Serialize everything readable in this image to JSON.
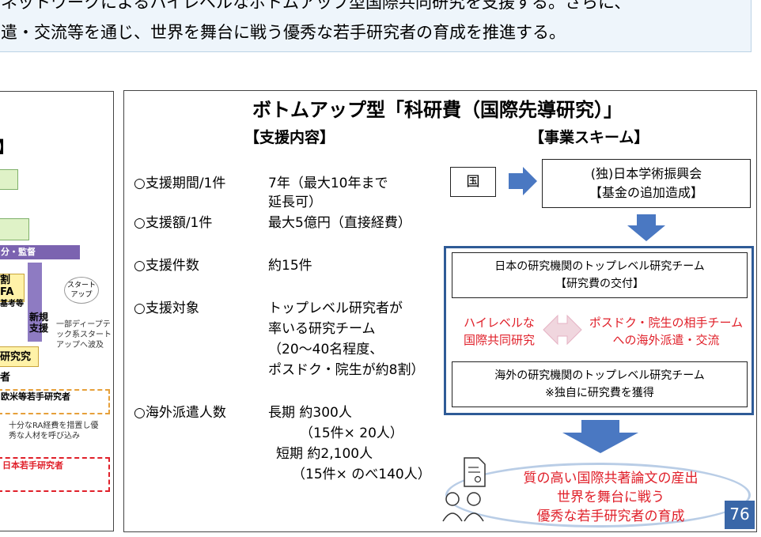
{
  "intro": {
    "line1": "ネットワークによるハイレベルなボトムアップ型国際共同研究を支援する。さらに、",
    "line2": "遣・交流等を通じ、世界を舞台に戦う優秀な若手研究者の育成を推進する。"
  },
  "left_panel": {
    "bracket": "】",
    "bar_label": "分・監督",
    "fa_label": "割FA",
    "fa_sub": "基考等",
    "new_support": "新規支援",
    "note_text": "一部ディープテック系スタートアップへ波及",
    "bubble_text": "スタートアップ",
    "researcher": "研究究者",
    "western": "欧米等若手研究者",
    "ra_text": "十分なRA経費を措置し優秀な人材を呼び込み",
    "japanese": "日本若手研究者"
  },
  "main": {
    "title": "ボトムアップ型「科研費（国際先導研究）」",
    "support_heading": "【支援内容】",
    "scheme_heading": "【事業スキーム】",
    "items": [
      {
        "label": "○支援期間/1件",
        "value": "7年（最大10年まで",
        "value2": "延長可）"
      },
      {
        "label": "○支援額/1件",
        "value": "最大5億円（直接経費）"
      },
      {
        "label": "○支援件数",
        "value": "約15件"
      },
      {
        "label": "○支援対象",
        "value": "トップレベル研究者が",
        "value2": "率いる研究チーム",
        "value3": "（20～40名程度、",
        "value4": "ポスドク・院生が約8割）"
      },
      {
        "label": "○海外派遣人数",
        "value": "長期 約300人",
        "value2": "（15件× 20人）",
        "value3": "短期 約2,100人",
        "value4": "（15件× のべ140人）"
      }
    ],
    "scheme": {
      "country": "国",
      "jsps": "(独)日本学術振興会",
      "fund": "【基金の追加造成】",
      "jp_team": "日本の研究機関のトップレベル研究チーム",
      "grant": "【研究費の交付】",
      "intl_collab_1": "ハイレベルな",
      "intl_collab_2": "国際共同研究",
      "dispatch_1": "ポスドク・院生の相手チーム",
      "dispatch_2": "への海外派遣・交流",
      "overseas_team": "海外の研究機関のトップレベル研究チーム",
      "overseas_note": "※独自に研究費を獲得",
      "outcome_1": "質の高い国際共著論文の産出",
      "outcome_2": "世界を舞台に戦う",
      "outcome_3": "優秀な若手研究者の育成"
    },
    "page_number": "76"
  },
  "colors": {
    "arrow": "#4a78c2",
    "frame": "#2f5b97",
    "accent_red": "#e0202a",
    "badge": "#3a67a8"
  }
}
